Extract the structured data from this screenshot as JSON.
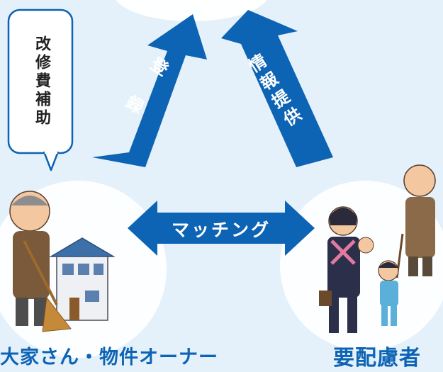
{
  "speech_bubble": {
    "text": "改修費補助"
  },
  "arrows": {
    "register": "登録",
    "info_provision": "情報提供",
    "matching": "マッチング"
  },
  "labels": {
    "owner": "大家さん・物件オーナー",
    "needy": "要配慮者"
  },
  "colors": {
    "background": "#e4f1fa",
    "arrow": "#0d63b4",
    "label_text": "#0d63b4"
  }
}
